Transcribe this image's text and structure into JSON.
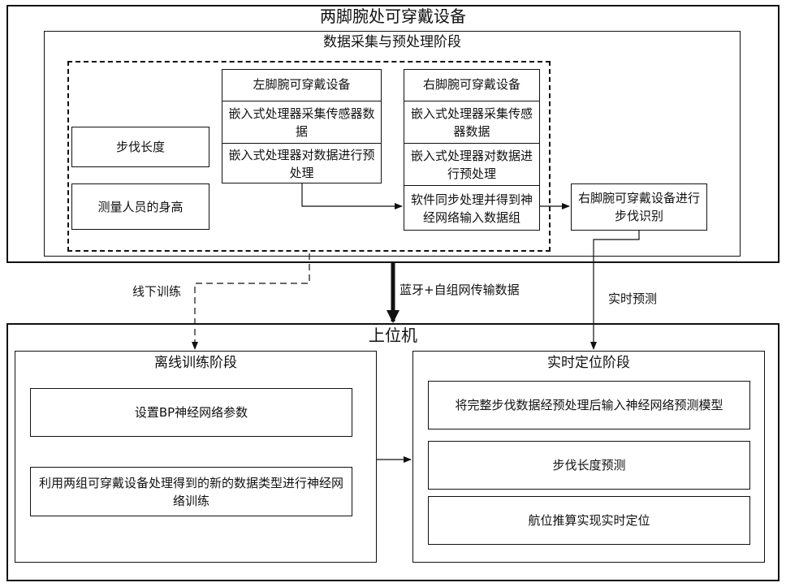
{
  "device_title": "两脚腕处可穿戴设备",
  "collection_stage": "数据采集与预处理阶段",
  "step_length": "步伐长度",
  "height": "测量人员的身高",
  "left_device": {
    "title": "左脚腕可穿戴设备",
    "row1": "嵌入式处理器采集传感器数据",
    "row2": "嵌入式处理器对数据进行预处理"
  },
  "right_device": {
    "title": "右脚腕可穿戴设备",
    "row1": "嵌入式处理器采集传感器数据",
    "row2": "嵌入式处理器对数据进行预处理",
    "row3": "软件同步处理并得到神经网络输入数据组"
  },
  "step_recognition": "右脚腕可穿戴设备进行步伐识别",
  "offline_label": "线下训练",
  "bluetooth_label": "蓝牙+自组网传输数据",
  "realtime_label": "实时预测",
  "host_title": "上位机",
  "offline_stage": {
    "title": "离线训练阶段",
    "item1": "设置BP神经网络参数",
    "item2": "利用两组可穿戴设备处理得到的新的数据类型进行神经网络训练"
  },
  "realtime_stage": {
    "title": "实时定位阶段",
    "item1": "将完整步伐数据经预处理后输入神经网络预测模型",
    "item2": "步伐长度预测",
    "item3": "航位推算实现实时定位"
  }
}
